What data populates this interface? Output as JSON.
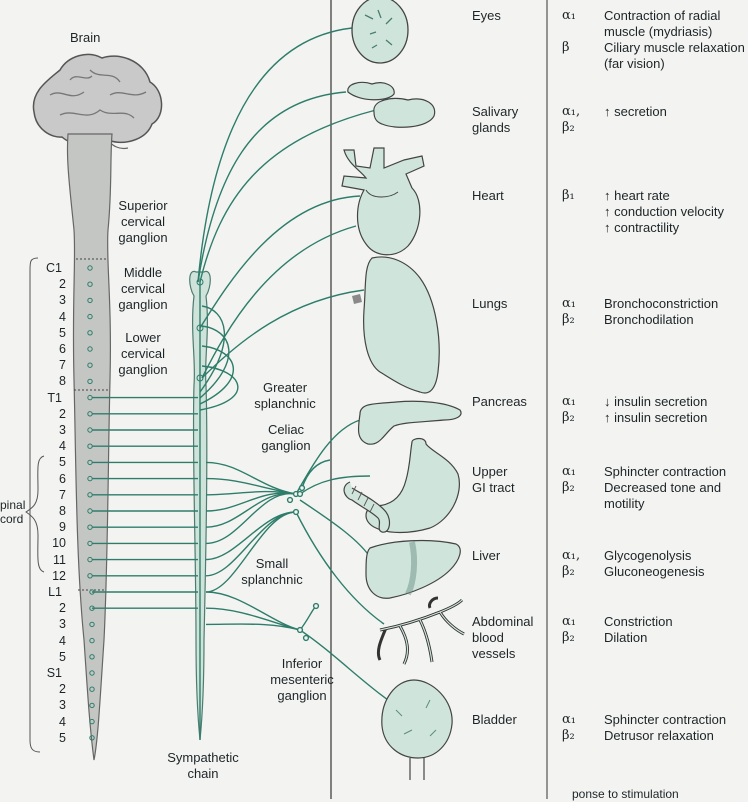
{
  "labels": {
    "brain": "Brain",
    "superior_ganglion": [
      "Superior",
      "cervical",
      "ganglion"
    ],
    "middle_ganglion": [
      "Middle",
      "cervical",
      "ganglion"
    ],
    "lower_ganglion": [
      "Lower",
      "cervical",
      "ganglion"
    ],
    "greater_splanchnic": [
      "Greater",
      "splanchnic"
    ],
    "celiac_ganglion": [
      "Celiac",
      "ganglion"
    ],
    "small_splanchnic": [
      "Small",
      "splanchnic"
    ],
    "inferior_mesenteric": [
      "Inferior",
      "mesenteric",
      "ganglion"
    ],
    "sympathetic_chain": [
      "Sympathetic",
      "chain"
    ],
    "spinal_cord": [
      "pinal",
      "cord"
    ],
    "footer_fragment": "ponse to stimulation"
  },
  "segments": [
    "C1",
    "2",
    "3",
    "4",
    "5",
    "6",
    "7",
    "8",
    "T1",
    "2",
    "3",
    "4",
    "5",
    "6",
    "7",
    "8",
    "9",
    "10",
    "11",
    "12",
    "L1",
    "2",
    "3",
    "4",
    "5",
    "S1",
    "2",
    "3",
    "4",
    "5"
  ],
  "organs": [
    {
      "name": [
        "Eyes"
      ],
      "receptors": [
        "α₁",
        "",
        "β"
      ],
      "responses": [
        "Contraction of radial",
        "muscle (mydriasis)",
        "Ciliary muscle relaxation",
        "(far vision)"
      ]
    },
    {
      "name": [
        "Salivary",
        "glands"
      ],
      "receptors": [
        "α₁,",
        "β₂"
      ],
      "responses": [
        "↑ secretion"
      ]
    },
    {
      "name": [
        "Heart"
      ],
      "receptors": [
        "β₁"
      ],
      "responses": [
        "↑ heart rate",
        "↑ conduction velocity",
        "↑ contractility"
      ]
    },
    {
      "name": [
        "Lungs"
      ],
      "receptors": [
        "α₁",
        "β₂"
      ],
      "responses": [
        "Bronchoconstriction",
        "Bronchodilation"
      ]
    },
    {
      "name": [
        "Pancreas"
      ],
      "receptors": [
        "α₁",
        "β₂"
      ],
      "responses": [
        "↓ insulin secretion",
        "↑ insulin secretion"
      ]
    },
    {
      "name": [
        "Upper",
        "GI tract"
      ],
      "receptors": [
        "α₁",
        "β₂"
      ],
      "responses": [
        "Sphincter contraction",
        "Decreased tone and",
        "motility"
      ]
    },
    {
      "name": [
        "Liver"
      ],
      "receptors": [
        "α₁,",
        "β₂"
      ],
      "responses": [
        "Glycogenolysis",
        "Gluconeogenesis"
      ]
    },
    {
      "name": [
        "Abdominal",
        "blood",
        "vessels"
      ],
      "receptors": [
        "α₁",
        "β₂"
      ],
      "responses": [
        "Constriction",
        "Dilation"
      ]
    },
    {
      "name": [
        "Bladder"
      ],
      "receptors": [
        "α₁",
        "β₂"
      ],
      "responses": [
        "Sphincter contraction",
        "Detrusor relaxation"
      ]
    }
  ],
  "colors": {
    "nerve": "#2e7d6b",
    "organ_fill": "#cfe5dc",
    "brain_fill": "#c9c9c9",
    "cord_fill": "#c4c6c4",
    "chain_fill": "#cfe3db"
  }
}
